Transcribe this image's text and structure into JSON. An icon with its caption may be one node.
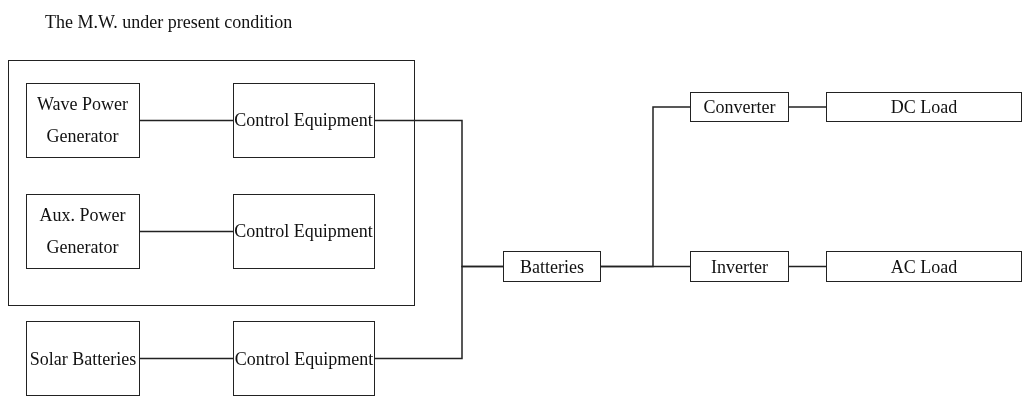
{
  "diagram": {
    "nodes": [
      {
        "text": [
          "The M.W. under present condition"
        ]
      },
      {
        "text": [
          "Wave Power Generator"
        ],
        "in": 0
      },
      {
        "text": [
          "Control Equipment"
        ],
        "in": 0
      },
      {
        "text": [
          "Aux. Power Generator"
        ],
        "in": 0
      },
      {
        "text": [
          "Control Equipment"
        ],
        "in": 0
      },
      {
        "text": [
          "Solar Batteries"
        ]
      },
      {
        "text": [
          "Control Equipment"
        ]
      },
      {
        "text": [
          "Batteries"
        ]
      },
      {
        "text": [
          "Converter"
        ]
      },
      {
        "text": [
          "Inverter"
        ]
      },
      {
        "text": [
          "DC Load"
        ]
      },
      {
        "text": [
          "AC Load"
        ]
      }
    ],
    "edges": [
      {
        "from": 1,
        "to": 2,
        "arrow": "none"
      },
      {
        "from": 3,
        "to": 4,
        "arrow": "none"
      },
      {
        "from": 5,
        "to": 6,
        "arrow": "none"
      },
      {
        "from": 2,
        "to": 7,
        "arrow": "none"
      },
      {
        "from": 6,
        "to": 7,
        "arrow": "none"
      },
      {
        "from": 7,
        "to": 8,
        "arrow": "none"
      },
      {
        "from": 7,
        "to": 9,
        "arrow": "none"
      },
      {
        "from": 8,
        "to": 10,
        "arrow": "none"
      },
      {
        "from": 9,
        "to": 11,
        "arrow": "none"
      }
    ]
  }
}
